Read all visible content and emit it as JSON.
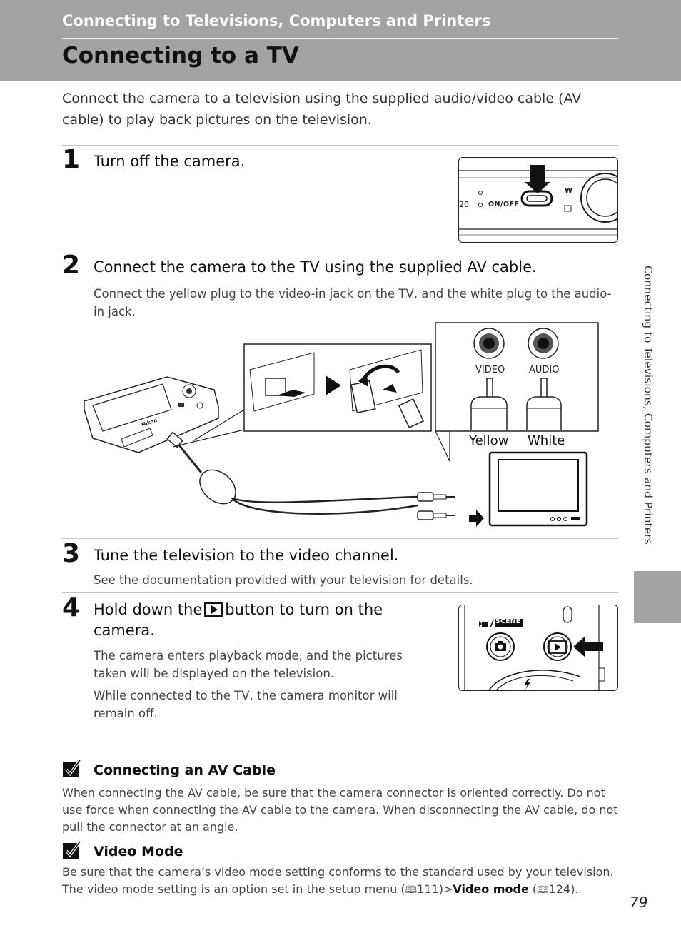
{
  "header": {
    "section_title": "Connecting to Televisions, Computers and Printers",
    "page_title": "Connecting to a TV"
  },
  "intro": "Connect the camera to a television using the supplied audio/video cable (AV cable) to play back pictures on the television.",
  "steps": [
    {
      "number": "1",
      "title": "Turn off the camera."
    },
    {
      "number": "2",
      "title": "Connect the camera to the TV using the supplied AV cable.",
      "body": "Connect the yellow plug to the video-in jack on the TV, and the white plug to the audio-in jack."
    },
    {
      "number": "3",
      "title": "Tune the television to the video channel.",
      "body": "See the documentation provided with your television for details."
    },
    {
      "number": "4",
      "title_pre": "Hold down the",
      "title_post": "button to turn on the camera.",
      "body1": "The camera enters playback mode, and the pictures taken will be displayed on the television.",
      "body2": "While connected to the TV, the camera monitor will remain off."
    }
  ],
  "figure1": {
    "onoff_label": "ON/OFF",
    "w_label": "W",
    "edge_label": "20"
  },
  "figure2": {
    "video_label": "VIDEO",
    "audio_label": "AUDIO",
    "yellow_label": "Yellow",
    "white_label": "White",
    "brand": "Nikon"
  },
  "figure4": {
    "scene_label": "SCENE"
  },
  "notes": [
    {
      "heading": "Connecting an AV Cable",
      "body": "When connecting the AV cable, be sure that the camera connector is oriented correctly. Do not use force when connecting the AV cable to the camera. When disconnecting the AV cable, do not pull the connector at an angle."
    },
    {
      "heading": "Video Mode",
      "body_pre": "Be sure that the camera’s video mode setting conforms to the standard used by your television. The video mode setting is an option set in the setup menu (",
      "ref1": "111",
      "body_mid1": ")>",
      "bold": "Video mode",
      "body_mid2": " (",
      "ref2": "124",
      "body_post": ")."
    }
  ],
  "side_tab": "Connecting to Televisions, Computers and Printers",
  "page_number": "79"
}
